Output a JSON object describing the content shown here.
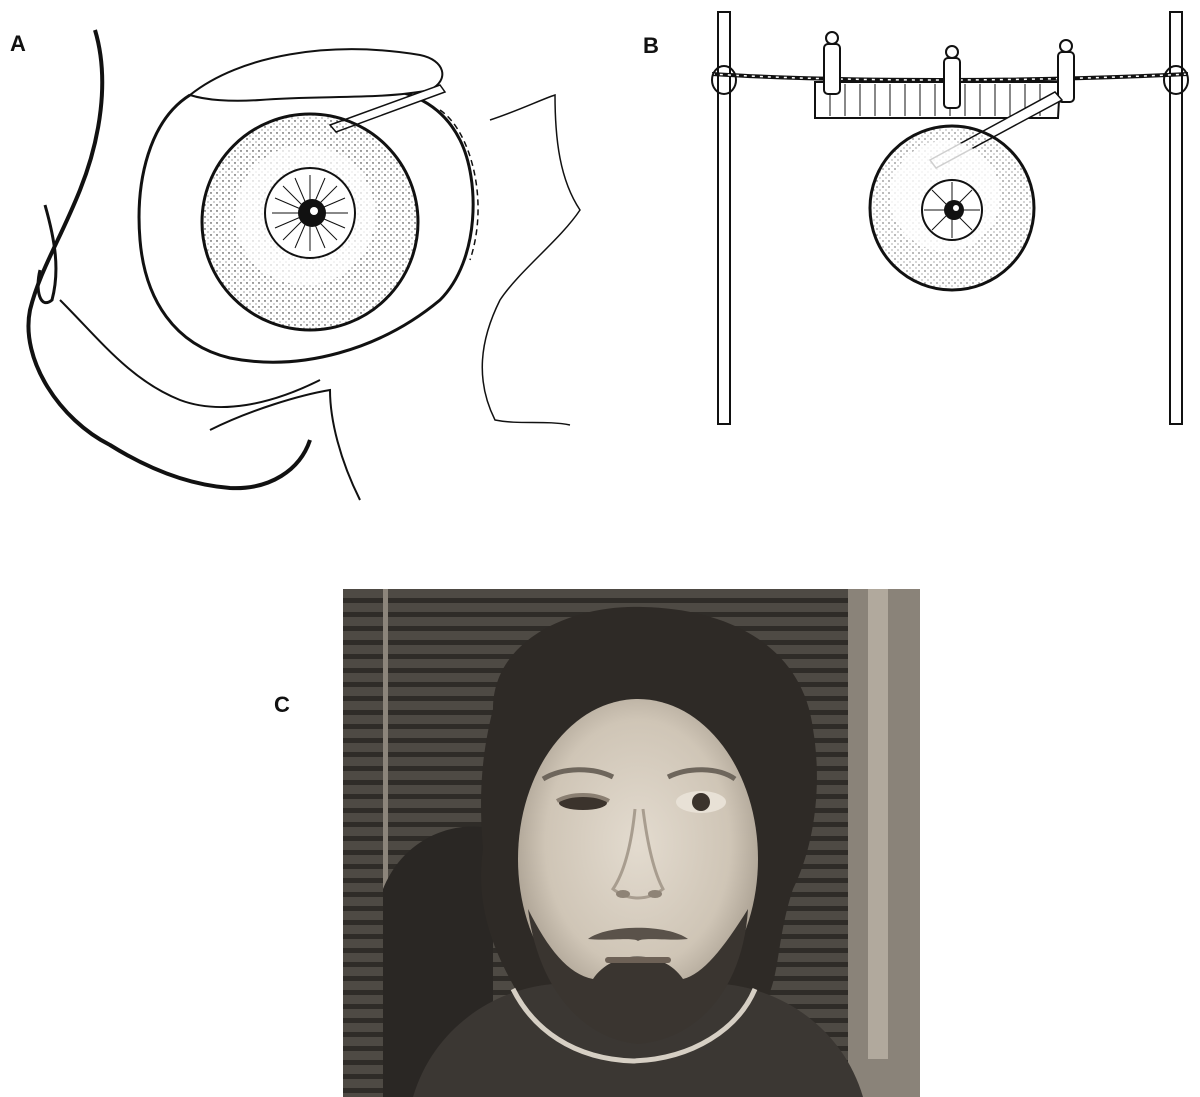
{
  "panels": {
    "a": {
      "label": "A"
    },
    "b": {
      "label": "B"
    },
    "c": {
      "label": "C"
    }
  },
  "colors": {
    "ink": "#111111",
    "photo_sepia_dark": "#2e2a26",
    "photo_skin": "#d8cfc2",
    "photo_background": "#6a645c"
  }
}
